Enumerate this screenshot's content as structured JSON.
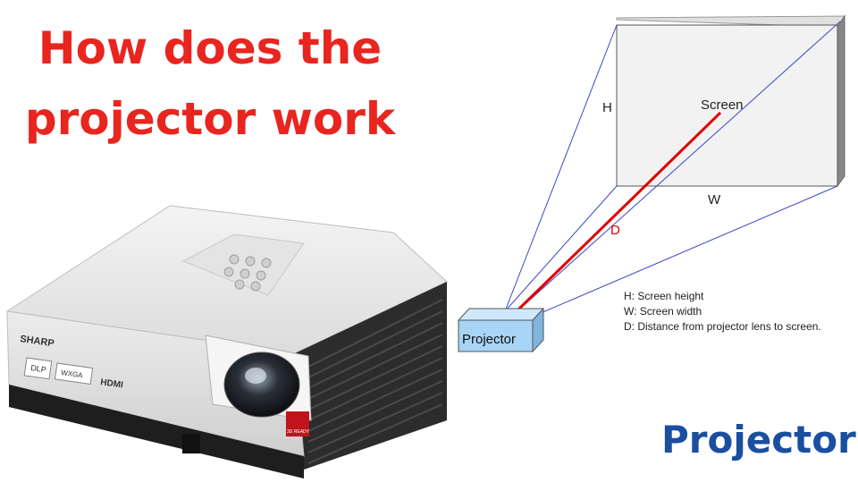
{
  "title": {
    "line1": "How does the",
    "line2": "projector work"
  },
  "device": {
    "brand_text": "SHARP",
    "logos": [
      "DLP",
      "WXGA",
      "HDMI"
    ],
    "badge_text": "3D READY"
  },
  "diagram": {
    "screen_label": "Screen",
    "height_label": "H",
    "width_label": "W",
    "distance_label": "D",
    "projector_label": "Projector",
    "legend": [
      "H: Screen height",
      "W: Screen width",
      "D: Distance from projector lens to screen."
    ]
  },
  "footer_label": "Projector",
  "colors": {
    "title": "#e8251f",
    "footer": "#1a4fa0",
    "beam": "#e00000",
    "rays": "#3b47c4",
    "screen_fill": "#f2f2f2",
    "projector_box": "#a8d4f5"
  }
}
